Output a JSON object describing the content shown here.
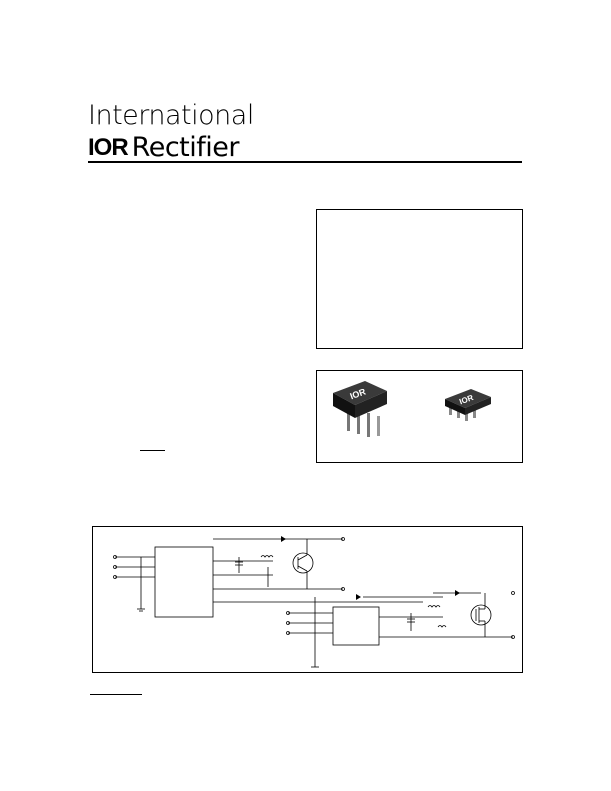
{
  "header": {
    "brand_line1": "International",
    "brand_mark": "IOR",
    "brand_line2": "Rectifier"
  },
  "packages": {
    "dip_chip_mark": "IOR",
    "soic_chip_mark": "IOR"
  },
  "icons": {
    "dip_package": "dip8-package-icon",
    "soic_package": "soic8-package-icon",
    "circuit": "typical-connection-schematic"
  }
}
